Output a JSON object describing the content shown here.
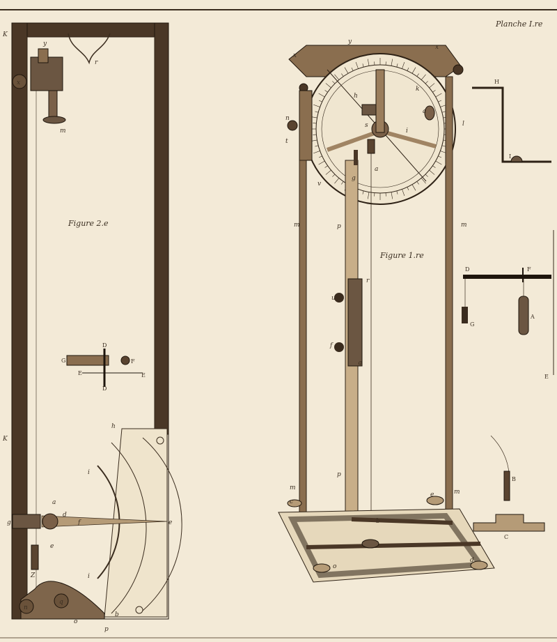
{
  "plate": {
    "title": "Planche I.re",
    "background": "#f3ead7",
    "ink": "#3a2c1e"
  },
  "figure2": {
    "caption": "Figure 2.e",
    "labels": {
      "y": "y",
      "x": "x",
      "m": "m",
      "r": "r",
      "G": "G",
      "D_top": "D",
      "F": "F",
      "E_left": "E",
      "E_right": "E",
      "D_bottom": "D",
      "h": "h",
      "i_top": "i",
      "a": "a",
      "d": "d",
      "f": "f",
      "e_mid": "e",
      "e_right": "e",
      "g": "g",
      "Z": "Z",
      "i_bottom": "i",
      "n": "n",
      "q": "q",
      "o": "o",
      "p": "p",
      "b": "b",
      "K_top": "K",
      "K_side": "K"
    }
  },
  "figure1": {
    "caption": "Figure 1.re",
    "labels": {
      "y": "y",
      "x_left": "x",
      "x_right": "x",
      "n": "n",
      "t": "t",
      "l": "l",
      "h": "h",
      "k": "k",
      "s": "s",
      "a_dial": "a",
      "i": "i",
      "g": "g",
      "a_small": "a",
      "v": "v",
      "m_left": "m",
      "m_right": "m",
      "p_upper": "p",
      "p_lower": "p",
      "r": "r",
      "u": "u",
      "f": "f",
      "q": "q",
      "m_lower_left": "m",
      "m_lower_right": "m",
      "b": "b",
      "c": "c",
      "e": "e",
      "o": "o",
      "d": "d"
    }
  },
  "detail_H": {
    "H": "H",
    "I": "I"
  },
  "detail_D": {
    "D": "D",
    "F": "F",
    "G": "G",
    "A": "A",
    "E": "E"
  },
  "detail_B": {
    "B": "B",
    "C": "C"
  }
}
